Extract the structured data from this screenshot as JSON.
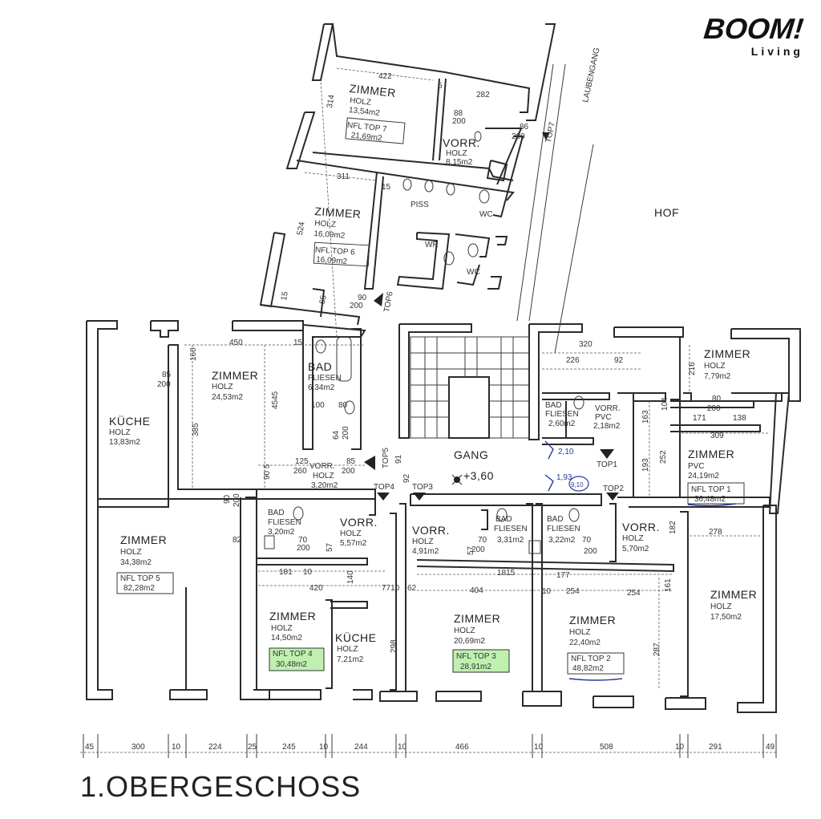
{
  "logo": {
    "main": "BOOM!",
    "sub": "Living"
  },
  "floor_title": "1.OBERGESCHOSS",
  "labels": {
    "hof": "HOF",
    "laubengang": "LAUBENGANG",
    "gang": "GANG",
    "gang_level": "+3,60",
    "piss": "PISS",
    "wc1": "WC",
    "wr": "WR",
    "wc2": "WC"
  },
  "rooms": [
    {
      "id": "zimmer-top7",
      "name": "ZIMMER",
      "material": "HOLZ",
      "area": "13,54m2"
    },
    {
      "id": "vorr-top7",
      "name": "VORR.",
      "material": "HOLZ",
      "area": "8,15m2"
    },
    {
      "id": "zimmer-top6",
      "name": "ZIMMER",
      "material": "HOLZ",
      "area": "16,09m2"
    },
    {
      "id": "zimmer-5b",
      "name": "ZIMMER",
      "material": "HOLZ",
      "area": "24,53m2"
    },
    {
      "id": "bad-top5",
      "name": "BAD",
      "material": "FLIESEN",
      "area": "6,34m2"
    },
    {
      "id": "kueche-top5",
      "name": "KÜCHE",
      "material": "HOLZ",
      "area": "13,83m2"
    },
    {
      "id": "vorr-top5",
      "name": "VORR.",
      "material": "HOLZ",
      "area": "3,20m2"
    },
    {
      "id": "zimmer-top5",
      "name": "ZIMMER",
      "material": "HOLZ",
      "area": "34,38m2"
    },
    {
      "id": "bad-top4",
      "name": "BAD",
      "material": "FLIESEN",
      "area": "3,20m2"
    },
    {
      "id": "vorr-top4",
      "name": "VORR.",
      "material": "HOLZ",
      "area": "5,57m2"
    },
    {
      "id": "zimmer-top4",
      "name": "ZIMMER",
      "material": "HOLZ",
      "area": "14,50m2"
    },
    {
      "id": "kueche-top4",
      "name": "KÜCHE",
      "material": "HOLZ",
      "area": "7,21m2"
    },
    {
      "id": "vorr-top3",
      "name": "VORR.",
      "material": "HOLZ",
      "area": "4,91m2"
    },
    {
      "id": "bad-top3",
      "name": "BAD",
      "material": "FLIESEN",
      "area": "3,31m2"
    },
    {
      "id": "zimmer-top3",
      "name": "ZIMMER",
      "material": "HOLZ",
      "area": "20,69m2"
    },
    {
      "id": "bad-top2",
      "name": "BAD",
      "material": "FLIESEN",
      "area": "3,22m2"
    },
    {
      "id": "vorr-top2",
      "name": "VORR.",
      "material": "HOLZ",
      "area": "5,70m2"
    },
    {
      "id": "zimmer-top2",
      "name": "ZIMMER",
      "material": "HOLZ",
      "area": "22,40m2"
    },
    {
      "id": "zimmer-2b",
      "name": "ZIMMER",
      "material": "HOLZ",
      "area": "17,50m2"
    },
    {
      "id": "bad-top1",
      "name": "BAD",
      "material": "FLIESEN",
      "area": "2,60m2"
    },
    {
      "id": "vorr-top1",
      "name": "VORR.",
      "material": "PVC",
      "area": "2,18m2"
    },
    {
      "id": "zimmer-top1a",
      "name": "ZIMMER",
      "material": "HOLZ",
      "area": "7,79m2"
    },
    {
      "id": "zimmer-top1b",
      "name": "ZIMMER",
      "material": "PVC",
      "area": "24,19m2"
    }
  ],
  "nfl": [
    {
      "top": "NFL  TOP 7",
      "area": "21,69m2",
      "highlight": false
    },
    {
      "top": "NFL  TOP 6",
      "area": "16,09m2",
      "highlight": false
    },
    {
      "top": "NFL  TOP 5",
      "area": "82,28m2",
      "highlight": false
    },
    {
      "top": "NFL  TOP 4",
      "area": "30,48m2",
      "highlight": true
    },
    {
      "top": "NFL  TOP 3",
      "area": "28,91m2",
      "highlight": true
    },
    {
      "top": "NFL  TOP 2",
      "area": "48,82m2",
      "highlight": false
    },
    {
      "top": "NFL  TOP 1",
      "area": "36,48m2",
      "highlight": false
    }
  ],
  "tops": [
    "TOP7",
    "TOP6",
    "TOP5",
    "TOP4",
    "TOP3",
    "TOP2",
    "TOP1"
  ],
  "bottom_dims": [
    "45",
    "300",
    "10",
    "224",
    "25",
    "245",
    "10",
    "244",
    "10",
    "466",
    "10",
    "508",
    "10",
    "291",
    "49"
  ],
  "dims": {
    "d422": "422",
    "d314": "314",
    "d5": "5",
    "d282": "282",
    "d88": "88",
    "d200a": "200",
    "d86": "86",
    "d200b": "200",
    "d311": "311",
    "d15a": "15",
    "d524": "524",
    "d90": "90",
    "d200c": "200",
    "d65": "65",
    "d15b": "15",
    "d450": "450",
    "d15c": "15",
    "d160": "160",
    "d85": "85",
    "d200d": "200",
    "d385": "385",
    "d4545": "4545",
    "d100": "100",
    "d80": "80",
    "d64": "64",
    "d200e": "200",
    "d125": "125",
    "d260": "260",
    "d85b": "85",
    "d200f": "200",
    "d905": "90 5",
    "d91": "91",
    "d92": "92",
    "d90b": "90",
    "d200g": "200",
    "d82": "82",
    "d320": "320",
    "d226": "226",
    "d92b": "92",
    "d216": "216",
    "d80b": "80",
    "d200h": "200",
    "d171": "171",
    "d138": "138",
    "d309": "309",
    "d163": "163",
    "d104": "104",
    "d252": "252",
    "d193": "193",
    "d278": "278",
    "d182": "182",
    "d181": "181",
    "d10": "10",
    "d420": "420",
    "d140": "140",
    "d710": "7710",
    "d62": "62",
    "d404": "404",
    "d10b": "10",
    "d254a": "254",
    "d254b": "254",
    "d161": "161",
    "d298": "298",
    "d287": "287",
    "d1815": "1815",
    "d177": "177",
    "d70a": "70",
    "d200i": "200",
    "d70b": "70",
    "d200j": "200",
    "d70c": "70",
    "d200k": "200",
    "d57a": "57",
    "d57b": "57",
    "h210": "2,10",
    "h193": "1,93",
    "h910": "9,10"
  }
}
